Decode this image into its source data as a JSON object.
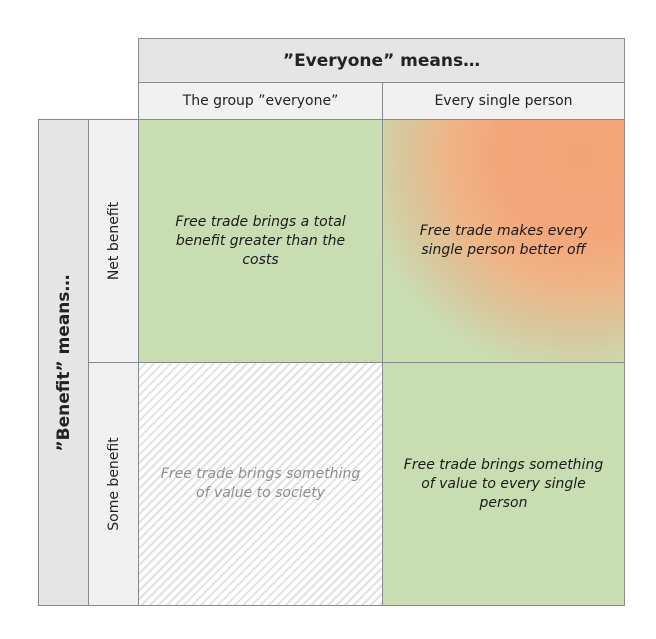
{
  "columns": {
    "title": "”Everyone” means…",
    "headers": [
      "The group ”everyone”",
      "Every single person"
    ]
  },
  "rows": {
    "title": "”Benefit” means…",
    "headers": [
      "Net benefit",
      "Some benefit"
    ]
  },
  "cells": {
    "net_group": "Free trade brings a total benefit greater than the costs",
    "net_individual": "Free trade makes every single person better off",
    "some_group": "Free trade brings something of value to society",
    "some_individual": "Free trade brings something of value to every single person"
  },
  "colors": {
    "green": "#c9ddb3",
    "orange": "#f3a57a",
    "header_dark": "#e5e5e5",
    "header_light": "#f1f1f1",
    "muted_text": "#8e8e8e"
  }
}
